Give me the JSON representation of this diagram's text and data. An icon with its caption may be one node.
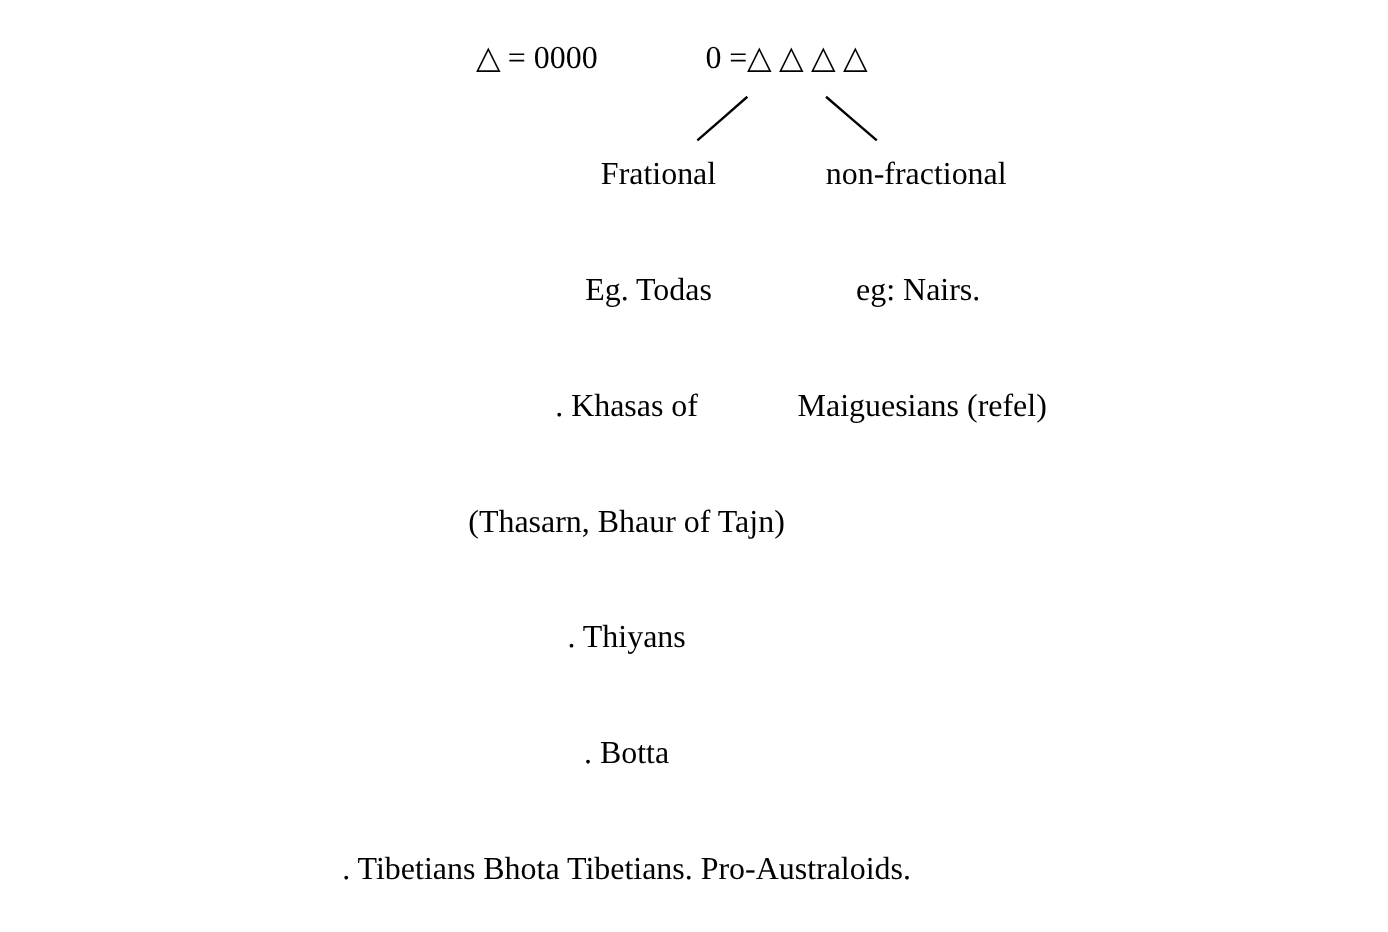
{
  "diagram": {
    "nodes": [
      {
        "text": [
          "0 =△ △ △ △"
        ]
      },
      {
        "text": [
          "Frational"
        ]
      },
      {
        "text": [
          "non-fractional"
        ]
      }
    ],
    "edges": [
      {
        "from": 0,
        "to": 1,
        "arrow": "none"
      },
      {
        "from": 0,
        "to": 2,
        "arrow": "none"
      }
    ],
    "labels": [
      "△ = 0000",
      "Eg. Todas",
      "eg: Nairs.",
      "Maiguesians (refel)",
      ". Khasas of",
      "(Thasarn, Bhaur of Tajn)",
      ". Thiyans",
      ". Botta",
      ". Tibetians Bhota Tibetians. Pro-Australoids."
    ]
  }
}
